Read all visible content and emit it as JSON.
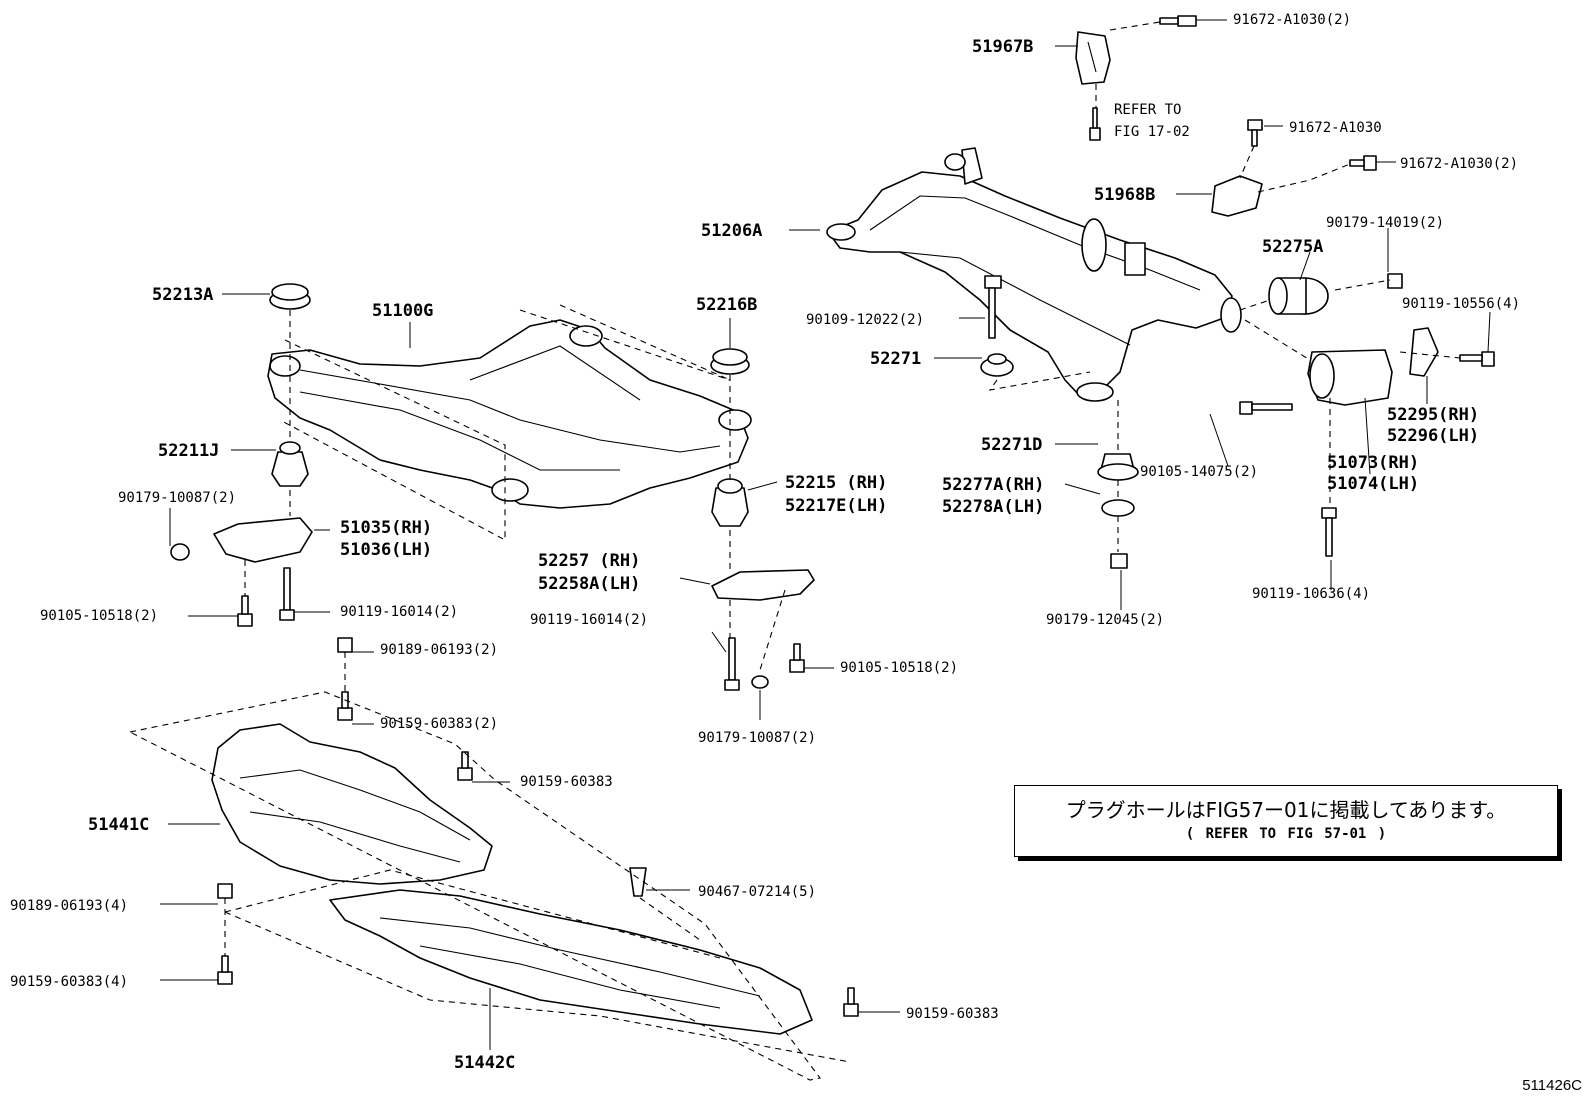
{
  "labels": {
    "l51967B": "51967B",
    "l91672_1": "91672-A1030(2)",
    "lRefer": "REFER TO",
    "lFig1702": "FIG 17-02",
    "l91672_2": "91672-A1030",
    "l91672_3": "91672-A1030(2)",
    "l51968B": "51968B",
    "l51206A": "51206A",
    "l90179_14019": "90179-14019(2)",
    "l52275A": "52275A",
    "l90119_10556": "90119-10556(4)",
    "l90109_12022": "90109-12022(2)",
    "l52271": "52271",
    "l52295": "52295(RH)",
    "l52296": "52296(LH)",
    "l52271D": "52271D",
    "l52213A": "52213A",
    "l51100G": "51100G",
    "l52216B": "52216B",
    "l52211J": "52211J",
    "l52215": "52215 (RH)",
    "l52217E": "52217E(LH)",
    "l52277A": "52277A(RH)",
    "l52278A": "52278A(LH)",
    "l51073": "51073(RH)",
    "l51074": "51074(LH)",
    "l90105_14075": "90105-14075(2)",
    "l90179_10087a": "90179-10087(2)",
    "l51035": "51035(RH)",
    "l51036": "51036(LH)",
    "l52257": "52257 (RH)",
    "l52258A": "52258A(LH)",
    "l90105_10518a": "90105-10518(2)",
    "l90119_16014a": "90119-16014(2)",
    "l90119_16014b": "90119-16014(2)",
    "l90179_12045": "90179-12045(2)",
    "l90119_10636": "90119-10636(4)",
    "l90189_06193a": "90189-06193(2)",
    "l90105_10518b": "90105-10518(2)",
    "l90159_60383a": "90159-60383(2)",
    "l90179_10087b": "90179-10087(2)",
    "l90159_60383b": "90159-60383",
    "l51441C": "51441C",
    "l90467_07214": "90467-07214(5)",
    "l90189_06193b": "90189-06193(4)",
    "l90159_60383c": "90159-60383(4)",
    "l90159_60383d": "90159-60383",
    "l51442C": "51442C"
  },
  "note": {
    "jp": "プラグホールはFIG57ー01に掲載してあります。",
    "ref": "(    REFER TO FIG 57-01    )"
  },
  "figure_code": "511426C"
}
